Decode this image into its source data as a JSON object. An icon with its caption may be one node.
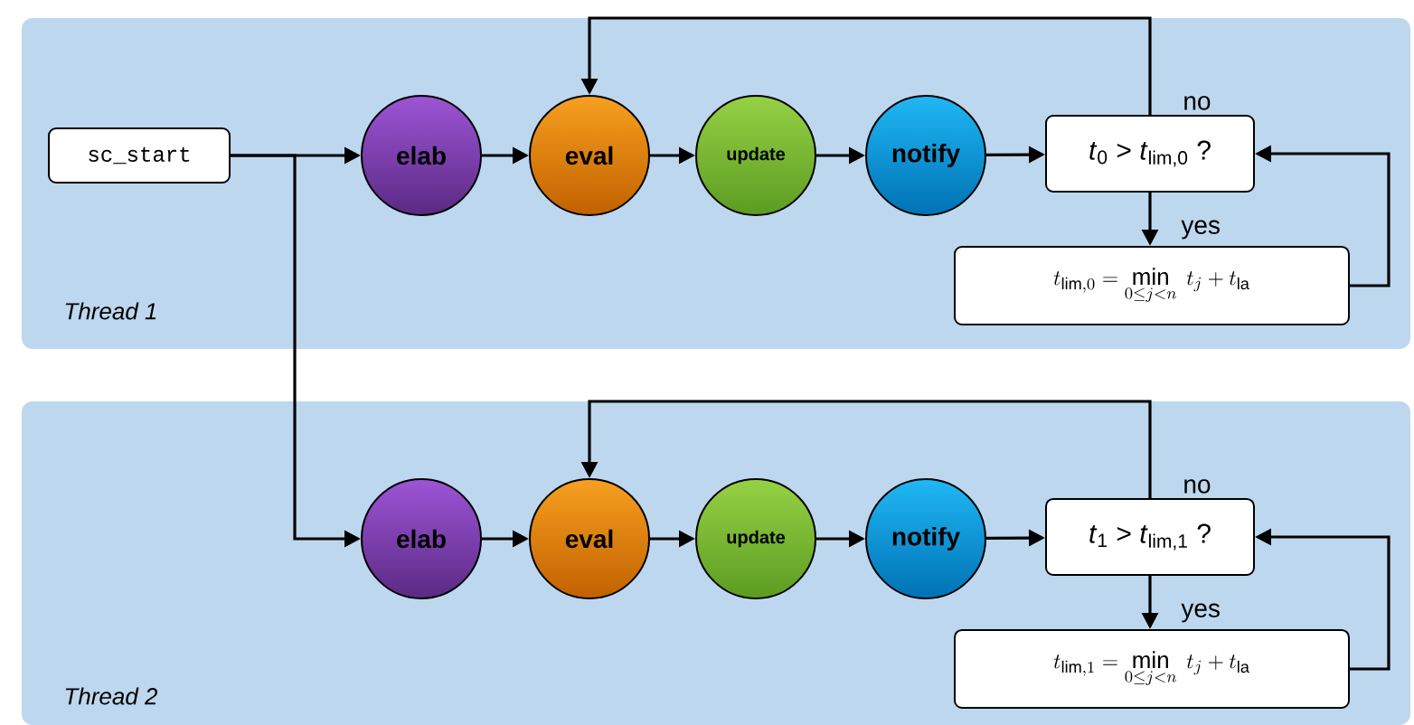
{
  "diagram": {
    "nodes": [
      {
        "text": [
          "Thread 1"
        ]
      },
      {
        "text": [
          "sc_start"
        ],
        "in": 0
      },
      {
        "text": [
          "elab"
        ],
        "in": 0
      },
      {
        "text": [
          "eval"
        ],
        "in": 0
      },
      {
        "text": [
          "update"
        ],
        "in": 0
      },
      {
        "text": [
          "notify"
        ],
        "in": 0
      },
      {
        "text": [
          "*t*$_{0}$ > *t*$_{lim,0}$ ?"
        ],
        "in": 0
      },
      {
        "text": [
          "t_{\\mathrm{lim},0} = \\min_{0\\le j<n}\\; t_j + t_{\\mathrm{la}}"
        ],
        "in": 0
      },
      {
        "text": [
          "Thread 2"
        ]
      },
      {
        "text": [
          "elab"
        ],
        "in": 8
      },
      {
        "text": [
          "eval"
        ],
        "in": 8
      },
      {
        "text": [
          "update"
        ],
        "in": 8
      },
      {
        "text": [
          "notify"
        ],
        "in": 8
      },
      {
        "text": [
          "*t*$_{1}$ > *t*$_{lim,1}$ ?"
        ],
        "in": 8
      },
      {
        "text": [
          "t_{\\mathrm{lim},1} = \\min_{0\\le j<n}\\; t_j + t_{\\mathrm{la}}"
        ],
        "in": 8
      }
    ],
    "edges": [
      {
        "from": 1,
        "to": 2,
        "arrow": "to"
      },
      {
        "from": 1,
        "to": 9,
        "arrow": "to"
      },
      {
        "from": 2,
        "to": 3,
        "arrow": "to"
      },
      {
        "from": 3,
        "to": 4,
        "arrow": "to"
      },
      {
        "from": 4,
        "to": 5,
        "arrow": "to"
      },
      {
        "from": 5,
        "to": 6,
        "arrow": "to"
      },
      {
        "from": 6,
        "to": 3,
        "arrow": "to",
        "label": "no"
      },
      {
        "from": 6,
        "to": 7,
        "arrow": "to",
        "label": "yes"
      },
      {
        "from": 7,
        "to": 6,
        "arrow": "to"
      },
      {
        "from": 9,
        "to": 10,
        "arrow": "to"
      },
      {
        "from": 10,
        "to": 11,
        "arrow": "to"
      },
      {
        "from": 11,
        "to": 12,
        "arrow": "to"
      },
      {
        "from": 12,
        "to": 13,
        "arrow": "to"
      },
      {
        "from": 13,
        "to": 10,
        "arrow": "to",
        "label": "no"
      },
      {
        "from": 13,
        "to": 14,
        "arrow": "to",
        "label": "yes"
      },
      {
        "from": 14,
        "to": 13,
        "arrow": "to"
      }
    ]
  }
}
